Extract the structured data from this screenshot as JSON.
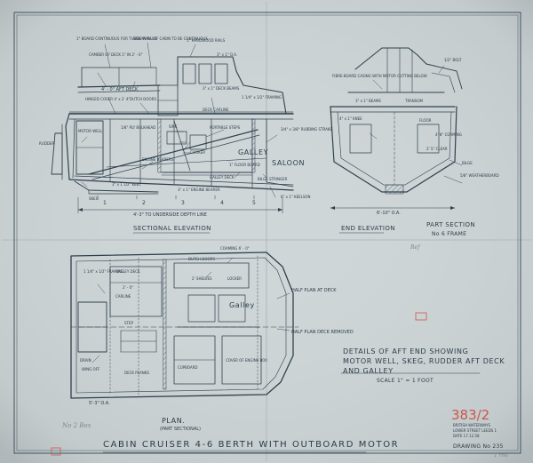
{
  "title_block": {
    "main_title": "CABIN CRUISER  4-6 BERTH WITH OUTBOARD MOTOR",
    "plan_title": "PLAN.",
    "plan_subtitle": "(PART SECTIONAL)",
    "drawing_number": "DRAWING No 235",
    "archive_number": "383/2",
    "issuer_line1": "BRITISH WATERWAYS",
    "issuer_line2": "LOWER STREET LEEDS 1",
    "issuer_date": "DATE 17.12.58"
  },
  "views": {
    "sectional_elevation": "SECTIONAL ELEVATION",
    "end_elevation": "END ELEVATION",
    "part_section": "PART SECTION",
    "part_section_sub": "No 6 FRAME",
    "half_plan_deck": "HALF PLAN AT DECK",
    "half_plan_removed": "HALF PLAN DECK REMOVED"
  },
  "details_note": {
    "line1": "DETAILS OF AFT END SHOWING",
    "line2": "MOTOR WELL, SKEG, RUDDER AFT DECK",
    "line3": "AND GALLEY",
    "scale": "SCALE 1\" = 1 FOOT"
  },
  "dimensions": {
    "overall_depth": "4'-3\" TO UNDERSIDE DEPTH LINE",
    "end_width": "6'-10\" O.A.",
    "stern_width": "5'-3\" O.A."
  },
  "room_labels": {
    "galley_elevation": "GALLEY",
    "saloon": "SALOON",
    "galley_plan": "Galley"
  },
  "frame_numbers": [
    "1",
    "2",
    "3",
    "4",
    "5"
  ],
  "annotations": {
    "a1": "1\" BOARD CONTINUOUS FOR TUBULAR RAILS",
    "a2": "SIDE WALL OF CABIN TO BE CONTINUOUS",
    "a3": "1\" HARDWOOD RAILS",
    "a4": "CAMBER OF DECK 1\" IN 2' - 0\"",
    "a5": "3\" x 1\" O.A.",
    "a6": "4' - 0\" AFT DECK",
    "a7": "3\" x 1\" DECK BEAMS",
    "a8": "1 1/4\" x 1/2\" FRAMING",
    "a9": "HINGED COVER  4' x 2' 4\"",
    "a10": "DUTCH DOORS",
    "a11": "DECK CARLINE",
    "a12": "PORTABLE STEPS",
    "a13": "1/8\" PLY BULKHEAD",
    "a14": "SINK",
    "a15": "COOKER",
    "a16": "GALLEY DECK",
    "a17": "1\" FLOOR BOARD",
    "a18": "ENGINE BEARERS",
    "a19": "3\" x 1 1/2\" KEEL",
    "a20": "SKEG",
    "a21": "RUDDER",
    "a22": "BILGE STRINGER",
    "a23": "MOTOR WELL",
    "a24": "3/4\" x 3/8\" RUBBING STRAKE",
    "a25": "6\" x 1\" KEELSON",
    "a26": "3\" x 1\" ENGINE BEARER",
    "a27": "FIBRE-BOARD CASING WITH MOTOR CUTTING BELOW",
    "a28": "1/2\" BOLT",
    "a29": "3\" x 1\" BEAMS",
    "a30": "TRANSOM",
    "a31": "4\" x 1\" KNEE",
    "a32": "FLOOR",
    "a33": "4' 8\" COAMING",
    "a34": "2' 5\" CLEAR",
    "a35": "BILGE",
    "a36": "5/8\" WEATHERBOARD",
    "a37": "DUTCH DOORS",
    "a38": "GALLEY DECK",
    "a39": "2' SHELVES",
    "a40": "LOCKER",
    "a41": "1 1/4\" x 1/2\" FRAMING",
    "a42": "STEP",
    "a43": "CUPBOARD",
    "a44": "COVER OF ENGINE BOX",
    "a45": "COAMING  6' - 0\"",
    "a46": "CARLINE",
    "a47": "DRAIN",
    "a48": "WING OFF",
    "a49": "DECK PLANKS",
    "a50": "2' - 0\""
  },
  "pencil_notes": {
    "p1": "No 2 Box",
    "p2": "Ref",
    "p3": "1 roll"
  }
}
